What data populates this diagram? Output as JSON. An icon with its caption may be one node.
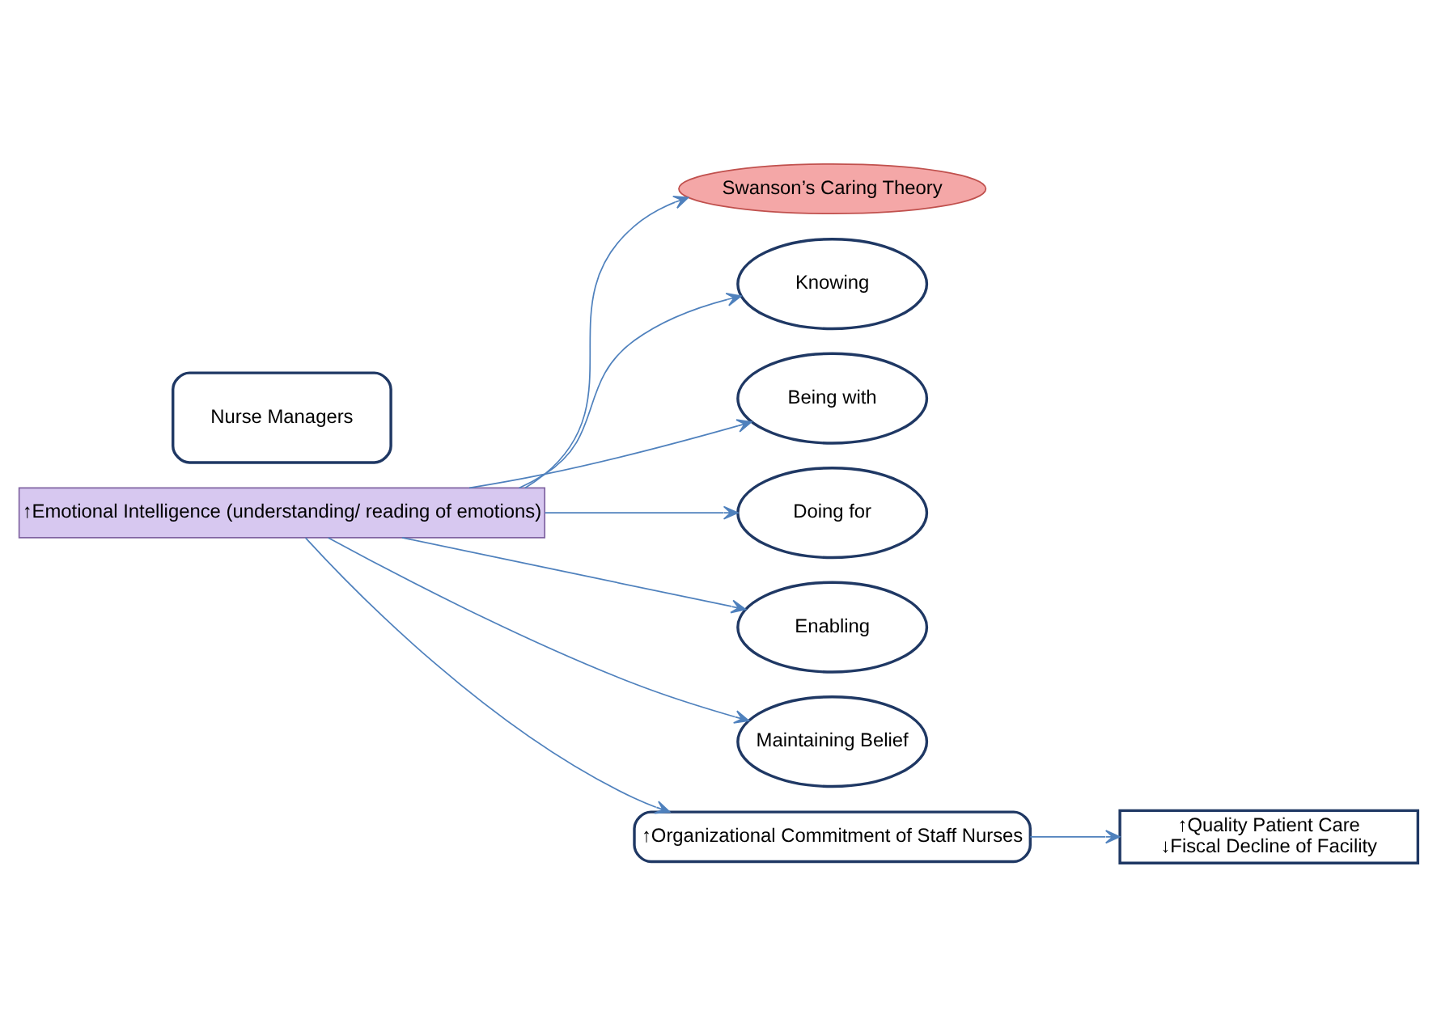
{
  "diagram": {
    "nodes": [
      {
        "text": [
          "Nurse Managers"
        ]
      },
      {
        "text": [
          "↑Emotional Intelligence (understanding/ reading of emotions)"
        ]
      },
      {
        "text": [
          "Swanson’s Caring Theory"
        ]
      },
      {
        "text": [
          "Knowing"
        ]
      },
      {
        "text": [
          "Being with"
        ]
      },
      {
        "text": [
          "Doing for"
        ]
      },
      {
        "text": [
          "Enabling"
        ]
      },
      {
        "text": [
          "Maintaining Belief"
        ]
      },
      {
        "text": [
          "↑Organizational Commitment of Staff Nurses"
        ]
      },
      {
        "text": [
          "↑Quality Patient Care",
          "↓Fiscal Decline of Facility"
        ]
      }
    ],
    "edges": [
      {
        "from": 1,
        "to": 2,
        "arrow": "to"
      },
      {
        "from": 1,
        "to": 3,
        "arrow": "to"
      },
      {
        "from": 1,
        "to": 4,
        "arrow": "to"
      },
      {
        "from": 1,
        "to": 5,
        "arrow": "to"
      },
      {
        "from": 1,
        "to": 6,
        "arrow": "to"
      },
      {
        "from": 1,
        "to": 7,
        "arrow": "to"
      },
      {
        "from": 1,
        "to": 8,
        "arrow": "to"
      },
      {
        "from": 8,
        "to": 9,
        "arrow": "to"
      }
    ]
  }
}
